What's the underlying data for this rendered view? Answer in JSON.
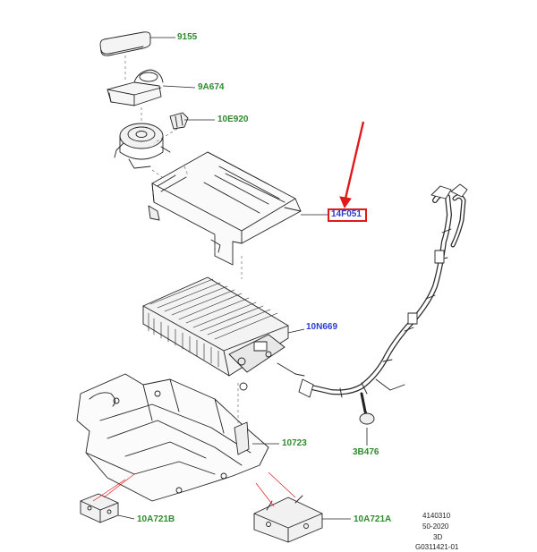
{
  "diagram": {
    "callouts": [
      {
        "id": "9155",
        "label": "9155",
        "color": "#2f8a2f"
      },
      {
        "id": "9A674",
        "label": "9A674",
        "color": "#2f8a2f"
      },
      {
        "id": "10E920",
        "label": "10E920",
        "color": "#2f8a2f"
      },
      {
        "id": "14F051",
        "label": "14F051",
        "color": "#2a3bd1",
        "highlighted": true
      },
      {
        "id": "10N669",
        "label": "10N669",
        "color": "#2a3bd1"
      },
      {
        "id": "10723",
        "label": "10723",
        "color": "#2f8a2f"
      },
      {
        "id": "3B476",
        "label": "3B476",
        "color": "#2f8a2f"
      },
      {
        "id": "10A721B",
        "label": "10A721B",
        "color": "#2f8a2f"
      },
      {
        "id": "10A721A",
        "label": "10A721A",
        "color": "#2f8a2f"
      }
    ],
    "highlight_color": "#e0191b",
    "footer": {
      "line1": "4140310",
      "line2": "50-2020",
      "line3": "3D",
      "line4": "G0311421-01"
    }
  }
}
